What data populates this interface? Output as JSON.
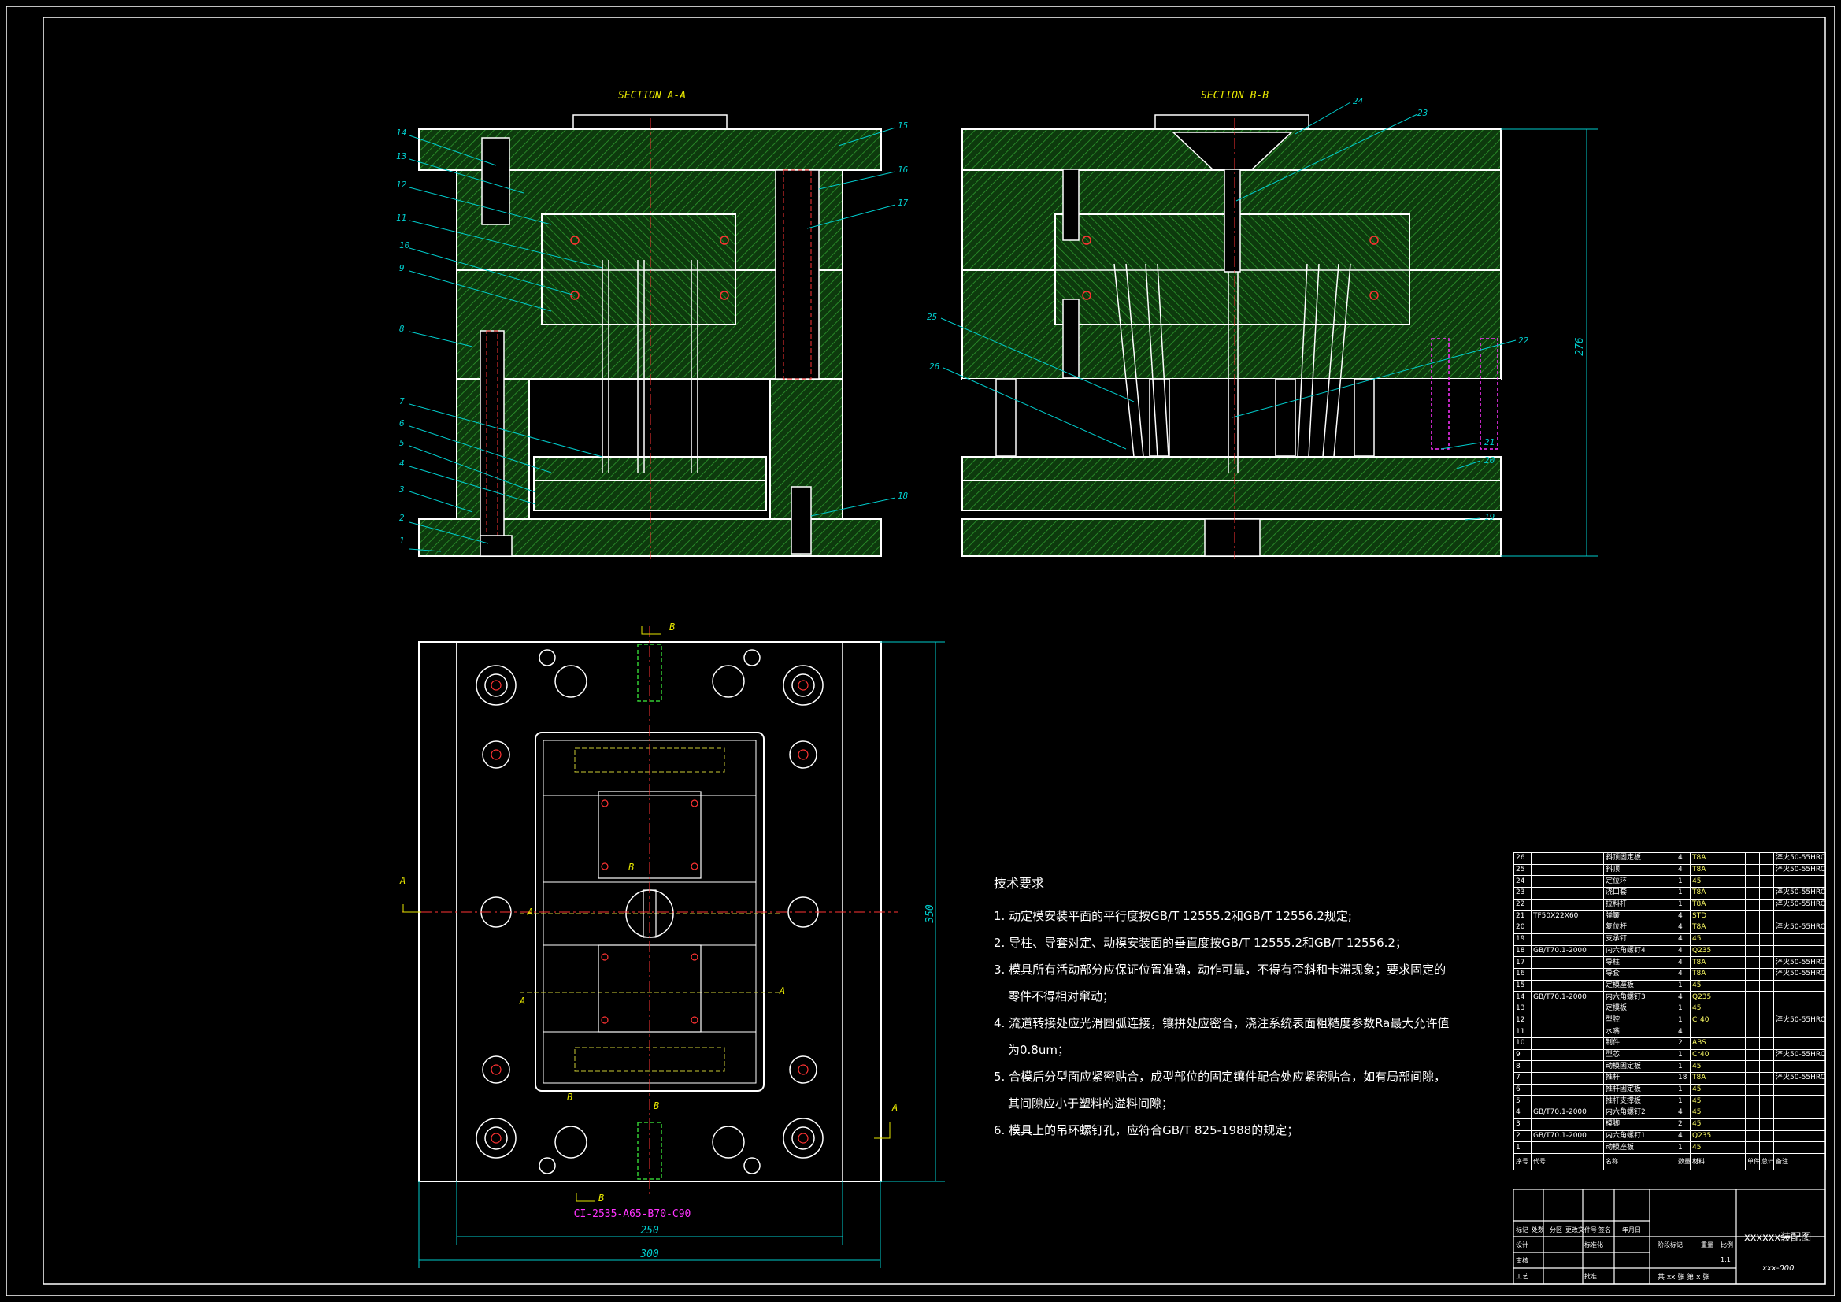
{
  "sections": {
    "a": "SECTION A-A",
    "b": "SECTION B-B"
  },
  "callouts_a": [
    "1",
    "2",
    "3",
    "4",
    "5",
    "6",
    "7",
    "8",
    "9",
    "10",
    "11",
    "12",
    "13",
    "14",
    "15",
    "16",
    "17",
    "18"
  ],
  "callouts_b": [
    "19",
    "20",
    "21",
    "22",
    "23",
    "24",
    "25",
    "26"
  ],
  "dimensions": {
    "height": "276",
    "width_inner": "250",
    "width_outer": "300",
    "depth": "350"
  },
  "section_marks": {
    "a": "A",
    "b": "B"
  },
  "mold_base_code": "CI-2535-A65-B70-C90",
  "notes": {
    "title": "技术要求",
    "lines": [
      "1. 动定模安装平面的平行度按GB/T 12555.2和GB/T 12556.2规定;",
      "2. 导柱、导套对定、动模安装面的垂直度按GB/T 12555.2和GB/T 12556.2；",
      "3. 模具所有活动部分应保证位置准确，动作可靠，不得有歪斜和卡滞现象；要求固定的",
      "零件不得相对窜动；",
      "4. 流道转接处应光滑圆弧连接，镶拼处应密合，浇注系统表面粗糙度参数Ra最大允许值",
      "为0.8um；",
      "5. 合模后分型面应紧密贴合，成型部位的固定镶件配合处应紧密贴合，如有局部间隙，",
      "其间隙应小于塑料的溢料间隙；",
      "6. 模具上的吊环螺钉孔，应符合GB/T 825-1988的规定；"
    ]
  },
  "bom": [
    {
      "no": "26",
      "code": "",
      "name": "斜顶固定板",
      "qty": "4",
      "mat": "T8A",
      "note": "淬火50-55HRC"
    },
    {
      "no": "25",
      "code": "",
      "name": "斜顶",
      "qty": "4",
      "mat": "T8A",
      "note": "淬火50-55HRC"
    },
    {
      "no": "24",
      "code": "",
      "name": "定位环",
      "qty": "1",
      "mat": "45",
      "note": ""
    },
    {
      "no": "23",
      "code": "",
      "name": "浇口套",
      "qty": "1",
      "mat": "T8A",
      "note": "淬火50-55HRC"
    },
    {
      "no": "22",
      "code": "",
      "name": "拉料杆",
      "qty": "1",
      "mat": "T8A",
      "note": "淬火50-55HRC"
    },
    {
      "no": "21",
      "code": "TF50X22X60",
      "name": "弹簧",
      "qty": "4",
      "mat": "STD",
      "note": ""
    },
    {
      "no": "20",
      "code": "",
      "name": "复位杆",
      "qty": "4",
      "mat": "T8A",
      "note": "淬火50-55HRC"
    },
    {
      "no": "19",
      "code": "",
      "name": "支承钉",
      "qty": "4",
      "mat": "45",
      "note": ""
    },
    {
      "no": "18",
      "code": "GB/T70.1-2000",
      "name": "内六角螺钉4",
      "qty": "4",
      "mat": "Q235",
      "note": ""
    },
    {
      "no": "17",
      "code": "",
      "name": "导柱",
      "qty": "4",
      "mat": "T8A",
      "note": "淬火50-55HRC"
    },
    {
      "no": "16",
      "code": "",
      "name": "导套",
      "qty": "4",
      "mat": "T8A",
      "note": "淬火50-55HRC"
    },
    {
      "no": "15",
      "code": "",
      "name": "定模座板",
      "qty": "1",
      "mat": "45",
      "note": ""
    },
    {
      "no": "14",
      "code": "GB/T70.1-2000",
      "name": "内六角螺钉3",
      "qty": "4",
      "mat": "Q235",
      "note": ""
    },
    {
      "no": "13",
      "code": "",
      "name": "定模板",
      "qty": "1",
      "mat": "45",
      "note": ""
    },
    {
      "no": "12",
      "code": "",
      "name": "型腔",
      "qty": "1",
      "mat": "Cr40",
      "note": "淬火50-55HRC"
    },
    {
      "no": "11",
      "code": "",
      "name": "水嘴",
      "qty": "4",
      "mat": "",
      "note": ""
    },
    {
      "no": "10",
      "code": "",
      "name": "制件",
      "qty": "2",
      "mat": "ABS",
      "note": ""
    },
    {
      "no": "9",
      "code": "",
      "name": "型芯",
      "qty": "1",
      "mat": "Cr40",
      "note": "淬火50-55HRC"
    },
    {
      "no": "8",
      "code": "",
      "name": "动模固定板",
      "qty": "1",
      "mat": "45",
      "note": ""
    },
    {
      "no": "7",
      "code": "",
      "name": "推杆",
      "qty": "18",
      "mat": "T8A",
      "note": "淬火50-55HRC"
    },
    {
      "no": "6",
      "code": "",
      "name": "推杆固定板",
      "qty": "1",
      "mat": "45",
      "note": ""
    },
    {
      "no": "5",
      "code": "",
      "name": "推杆支撑板",
      "qty": "1",
      "mat": "45",
      "note": ""
    },
    {
      "no": "4",
      "code": "GB/T70.1-2000",
      "name": "内六角螺钉2",
      "qty": "4",
      "mat": "45",
      "note": ""
    },
    {
      "no": "3",
      "code": "",
      "name": "模脚",
      "qty": "2",
      "mat": "45",
      "note": ""
    },
    {
      "no": "2",
      "code": "GB/T70.1-2000",
      "name": "内六角螺钉1",
      "qty": "4",
      "mat": "Q235",
      "note": ""
    },
    {
      "no": "1",
      "code": "",
      "name": "动模座板",
      "qty": "1",
      "mat": "45",
      "note": ""
    }
  ],
  "bom_header": {
    "no": "序号",
    "code": "代号",
    "name": "名称",
    "qty": "数量",
    "mat": "材料",
    "unit": "单件",
    "total": "总计",
    "note": "备注"
  },
  "title_block": {
    "drawing_name": "xxxxxx装配图",
    "drawing_no": "xxx-000",
    "scale": "1:1",
    "sheets": "共 xx 张  第 x 张",
    "labels": [
      "标记",
      "处数",
      "分区",
      "更改文件号",
      "签名",
      "年月日",
      "设计",
      "标准化",
      "阶段标记",
      "重量",
      "比例",
      "审核",
      "工艺",
      "批准"
    ]
  }
}
